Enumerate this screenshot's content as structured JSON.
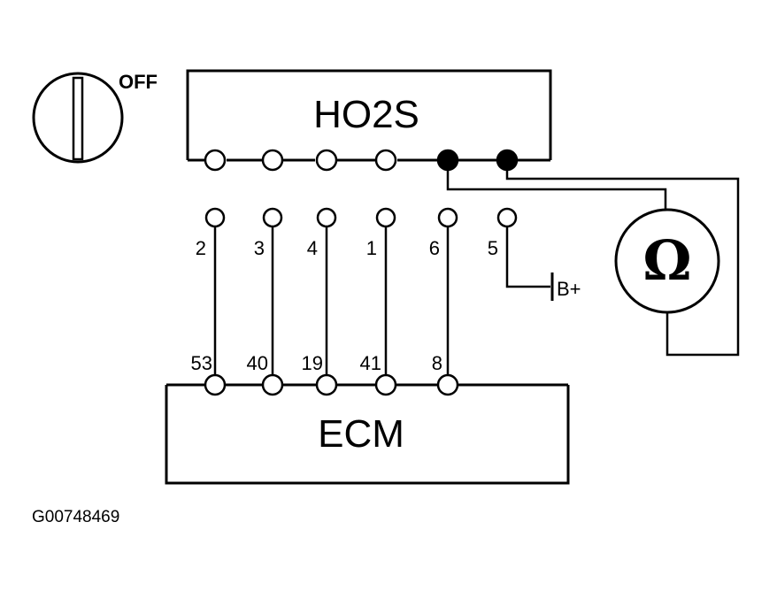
{
  "diagram": {
    "ho2s_label": "HO2S",
    "ecm_label": "ECM",
    "switch_label": "OFF",
    "meter_symbol": "Ω",
    "battery_label": "B+",
    "figure_code": "G00748469",
    "ho2s_pins": [
      "2",
      "3",
      "4",
      "1",
      "6",
      "5"
    ],
    "ecm_pins": [
      "53",
      "40",
      "19",
      "41",
      "8"
    ],
    "icons": [
      "ignition-switch-icon",
      "ohmmeter-icon"
    ]
  }
}
